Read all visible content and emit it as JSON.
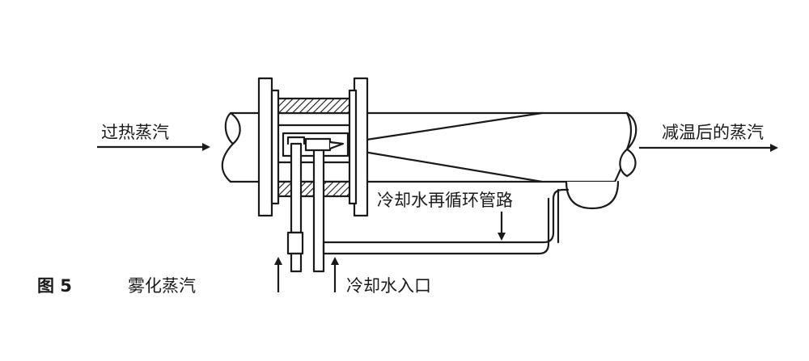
{
  "figure_label": "图 5",
  "labels": {
    "superheated_steam": "过热蒸汽",
    "desuperheated_steam": "减温后的蒸汽",
    "recirculation_pipe": "冷却水再循环管路",
    "atomizing_steam": "雾化蒸汽",
    "cooling_water_inlet": "冷却水入口"
  },
  "colors": {
    "line": "#1a1a1a",
    "fill": "#ffffff"
  }
}
